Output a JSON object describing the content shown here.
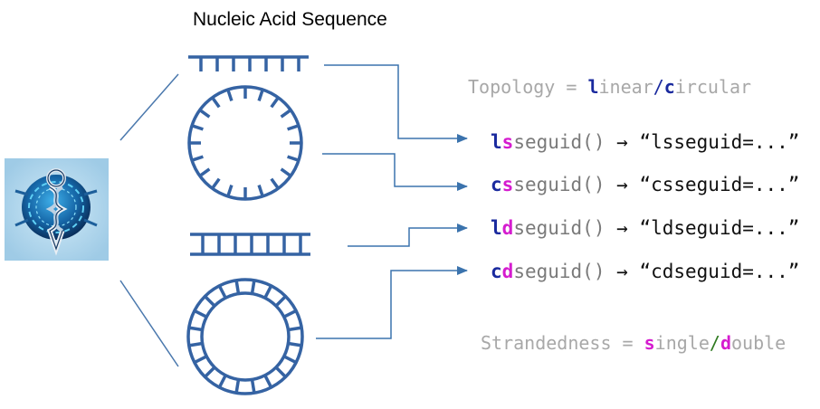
{
  "title": "Nucleic Acid Sequence",
  "topology_legend": {
    "prefix": "Topology = ",
    "linear_initial": "l",
    "linear_rest": "inear",
    "separator": "/",
    "circular_initial": "c",
    "circular_rest": "ircular"
  },
  "strandedness_legend": {
    "prefix": "Strandedness = ",
    "single_initial": "s",
    "single_rest": "ingle",
    "separator": "/",
    "double_initial": "d",
    "double_rest": "ouble"
  },
  "functions": [
    {
      "topology": "l",
      "strand": "s",
      "name": "seguid()",
      "arrow": "→",
      "result": "“lsseguid=...”"
    },
    {
      "topology": "c",
      "strand": "s",
      "name": "seguid()",
      "arrow": "→",
      "result": "“csseguid=...”"
    },
    {
      "topology": "l",
      "strand": "d",
      "name": "seguid()",
      "arrow": "→",
      "result": "“ldseguid=...”"
    },
    {
      "topology": "c",
      "strand": "d",
      "name": "seguid()",
      "arrow": "→",
      "result": "“cdseguid=...”"
    }
  ],
  "colors": {
    "shape_stroke": "#3563a3",
    "connector": "#3b73ad",
    "topology_letter": "#1a2a9e",
    "single_letter": "#d51ccf",
    "double_letter": "#d51ccf",
    "legend_text": "#a8a8a8",
    "function_text": "#7a7a7a"
  },
  "icons": {
    "logo": "dna-helix-medical-logo-icon"
  }
}
